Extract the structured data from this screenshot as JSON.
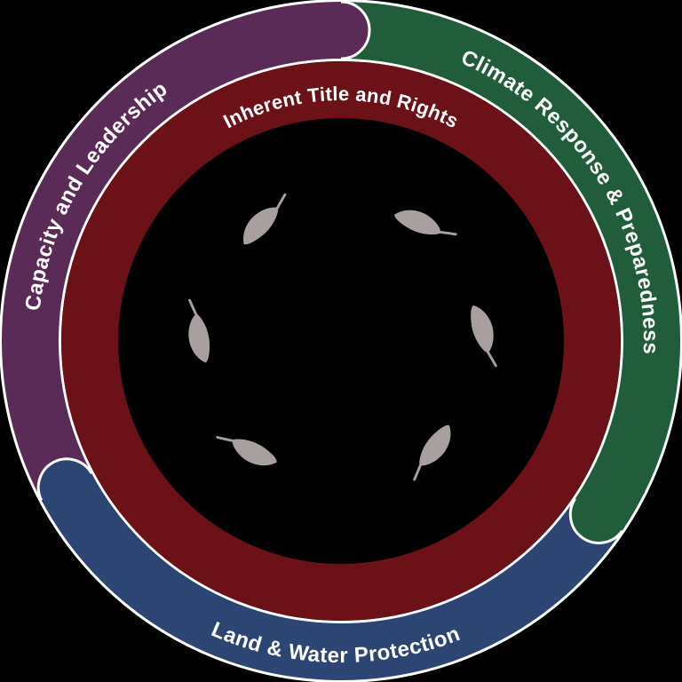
{
  "diagram": {
    "background_color": "#000000",
    "separator_color": "#ffffff",
    "label_color": "#ffffff",
    "outer_ring": {
      "segments": [
        {
          "label": "Climate Response & Preparedness",
          "color": "#215d3a"
        },
        {
          "label": "Land & Water Protection",
          "color": "#2c4573"
        },
        {
          "label": "Capacity and Leadership",
          "color": "#5b2b57"
        }
      ]
    },
    "inner_ring": {
      "label": "Inherent Title and Rights",
      "color": "#6d1118"
    },
    "center_icons": {
      "name": "feather-icon",
      "color": "#a7a09e",
      "count": 6
    }
  }
}
